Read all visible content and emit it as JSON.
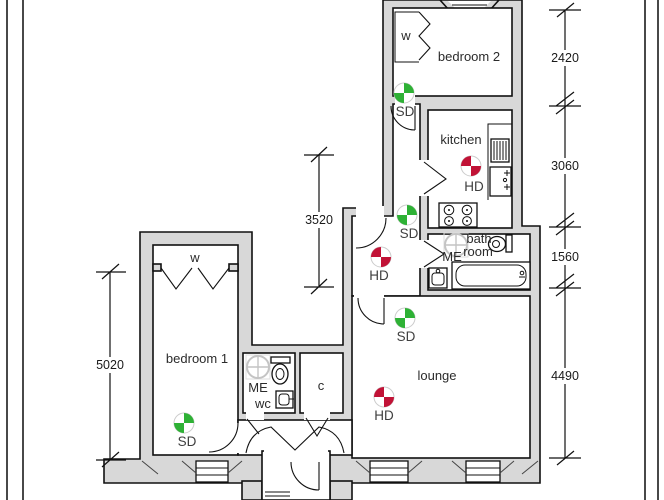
{
  "colors": {
    "wall_fill": "#d8d8d8",
    "wall_stroke": "#111111",
    "smoke_detector_green": "#2eb135",
    "heat_detector_red": "#c11236",
    "me_symbol_gray": "#c4c4c4",
    "label_text": "#2b2b2b"
  },
  "rooms": {
    "bedroom2": "bedroom 2",
    "kitchen": "kitchen",
    "bath_line1": "bath",
    "bath_line2": "room",
    "lounge": "lounge",
    "bedroom1": "bedroom 1",
    "wc": "wc",
    "cupboard": "c",
    "wardrobe_bedroom2": "w",
    "wardrobe_bedroom1": "w"
  },
  "equipment": {
    "mains_electric_bath": "ME",
    "mains_electric_wc": "ME",
    "detectors": [
      {
        "id": "sd-hall-upper",
        "type": "smoke",
        "label": "SD"
      },
      {
        "id": "sd-hall-lower",
        "type": "smoke",
        "label": "SD"
      },
      {
        "id": "sd-lounge",
        "type": "smoke",
        "label": "SD"
      },
      {
        "id": "sd-bedroom1",
        "type": "smoke",
        "label": "SD"
      },
      {
        "id": "hd-kitchen",
        "type": "heat",
        "label": "HD"
      },
      {
        "id": "hd-hall",
        "type": "heat",
        "label": "HD"
      },
      {
        "id": "hd-lounge",
        "type": "heat",
        "label": "HD"
      }
    ]
  },
  "dimensions": {
    "left_mm": "5020",
    "middle_mm": "3520",
    "right_mm": [
      "2420",
      "3060",
      "1560",
      "4490"
    ]
  }
}
